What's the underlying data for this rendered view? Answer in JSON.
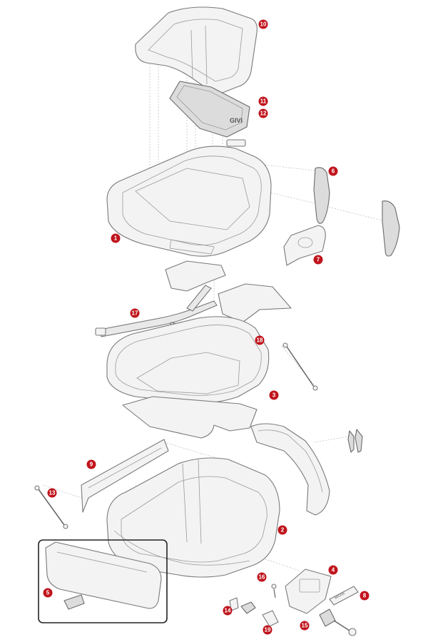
{
  "diagram": {
    "callouts": [
      "1",
      "2",
      "3",
      "4",
      "5",
      "6",
      "7",
      "8",
      "9",
      "10",
      "11",
      "12",
      "13",
      "14",
      "15",
      "16",
      "17",
      "18",
      "19"
    ],
    "logo_text": "GIVI",
    "badge_text": "MAXIA",
    "accent_color": "#c0141c"
  }
}
